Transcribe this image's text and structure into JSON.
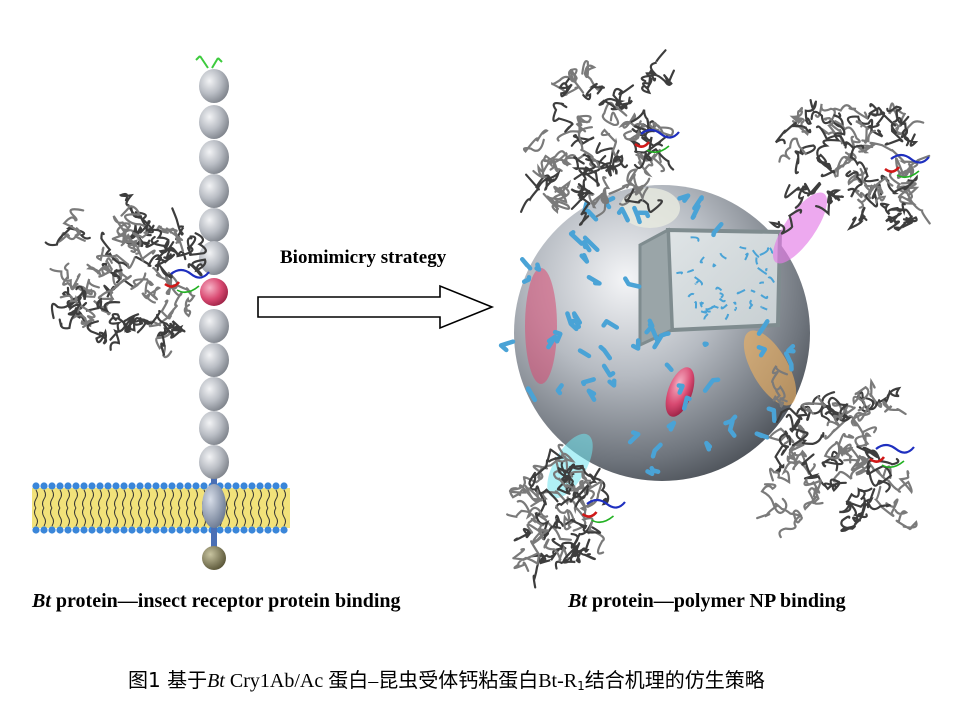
{
  "arrow_label": "Biomimicry strategy",
  "left_panel": {
    "caption_italic": "Bt",
    "caption_rest": " protein—insect receptor protein binding"
  },
  "right_panel": {
    "caption_italic": "Bt",
    "caption_rest": " protein—polymer NP binding"
  },
  "figure_caption": {
    "prefix": "图1  基于",
    "italic": "Bt",
    "middle": " Cry1Ab/Ac  蛋白–昆虫受体钙粘蛋白Bt-R",
    "subscript": "1",
    "suffix": "结合机理的仿生策略"
  },
  "colors": {
    "bead": "#b9bdc4",
    "membrane": "#f2e27a",
    "lipid_head": "#3a86d9",
    "nanoparticle": "#8f959d",
    "polymer_chain": "#4aa3d6",
    "binding_site_pink": "#d94a72",
    "protein_ribbon": "#4d4d4d"
  }
}
